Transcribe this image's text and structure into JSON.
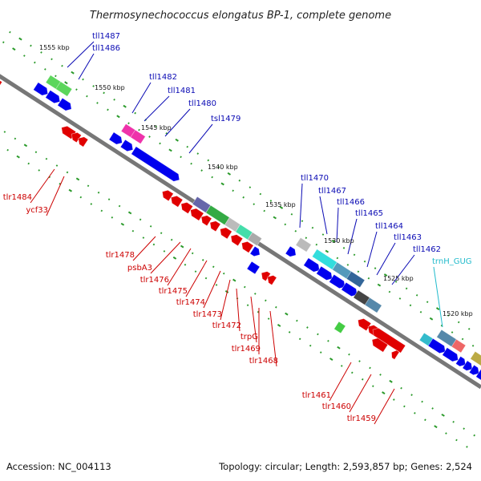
{
  "title": "Thermosynechococcus elongatus BP-1, complete genome",
  "footer": {
    "accession": "Accession: NC_004113",
    "topology": "Topology: circular; Length: 2,593,857 bp; Genes: 2,524"
  },
  "colors": {
    "forward_label": "#0a0ab4",
    "reverse_label": "#cc0000",
    "rna_label": "#22bbcc",
    "backbone": "#777777",
    "tick": "#2a9a2a"
  },
  "kbp_markers": [
    "1555 kbp",
    "1550 kbp",
    "1545 kbp",
    "1540 kbp",
    "1535 kbp",
    "1530 kbp",
    "1525 kbp",
    "1520 kbp"
  ],
  "forward_labels": [
    "tll1487",
    "tll1486",
    "tll1482",
    "tll1481",
    "tll1480",
    "tsl1479",
    "tll1470",
    "tll1467",
    "tll1466",
    "tll1465",
    "tll1464",
    "tll1463",
    "tll1462"
  ],
  "rna_labels": [
    "trnH_GUG"
  ],
  "reverse_labels": [
    "tlr1484",
    "ycf33",
    "tlr1478",
    "psbA3",
    "tlr1476",
    "tlr1475",
    "tlr1474",
    "tlr1473",
    "tlr1472",
    "trpG",
    "tlr1469",
    "tlr1468",
    "tlr1461",
    "tlr1460",
    "tlr1459"
  ]
}
